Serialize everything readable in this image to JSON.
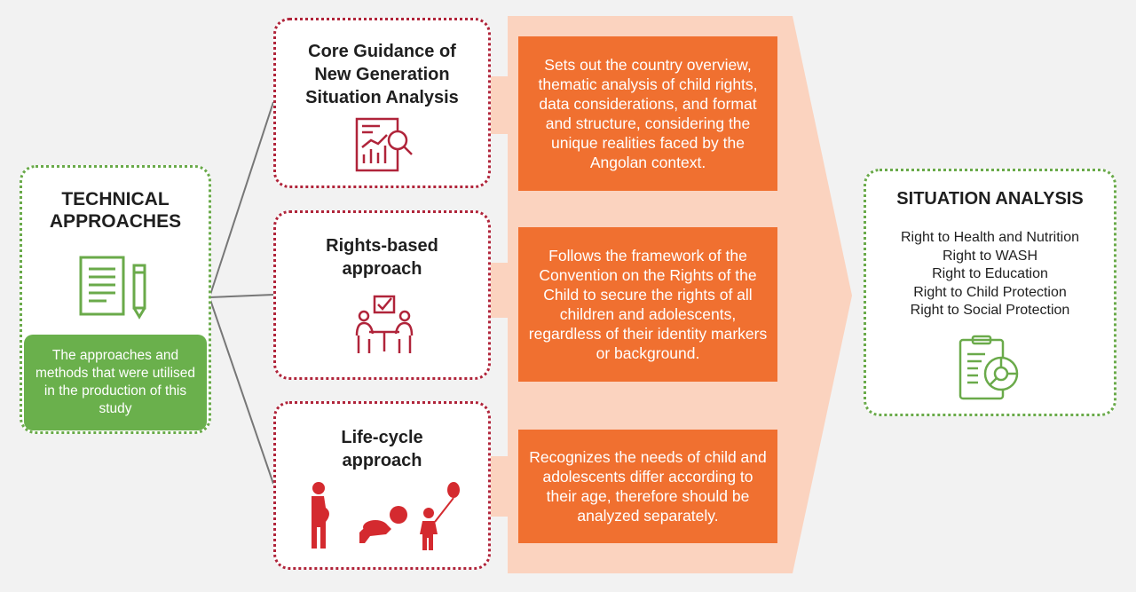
{
  "left": {
    "title_line1": "TECHNICAL",
    "title_line2": "APPROACHES",
    "icon": "document-pencil-icon",
    "note": "The approaches and methods that were utilised in the production of this study"
  },
  "approaches": [
    {
      "title_lines": [
        "Core Guidance of",
        "New Generation",
        "Situation Analysis"
      ],
      "icon": "report-chart-magnifier-icon",
      "description": "Sets out the country overview, thematic analysis of child rights, data considerations, and format and structure, considering the unique realities faced by the Angolan context."
    },
    {
      "title_lines": [
        "Rights-based",
        "approach"
      ],
      "icon": "people-meeting-checkmark-icon",
      "description": "Follows the framework of the Convention on the Rights of the Child to secure the rights of all children and adolescents, regardless of their identity markers or background."
    },
    {
      "title_lines": [
        "Life-cycle",
        "approach"
      ],
      "icon": "life-cycle-people-icon",
      "description": "Recognizes the needs of child and adolescents differ according to their age, therefore should be analyzed separately."
    }
  ],
  "right": {
    "title": "SITUATION ANALYSIS",
    "rights": [
      "Right to Health and Nutrition",
      "Right to WASH",
      "Right to Education",
      "Right to Child Protection",
      "Right to Social Protection"
    ],
    "icon": "clipboard-pie-chart-icon"
  },
  "colors": {
    "green": "#6ab04c",
    "red": "#b0243a",
    "orange": "#f07030",
    "arrow": "#fbd3bf"
  }
}
